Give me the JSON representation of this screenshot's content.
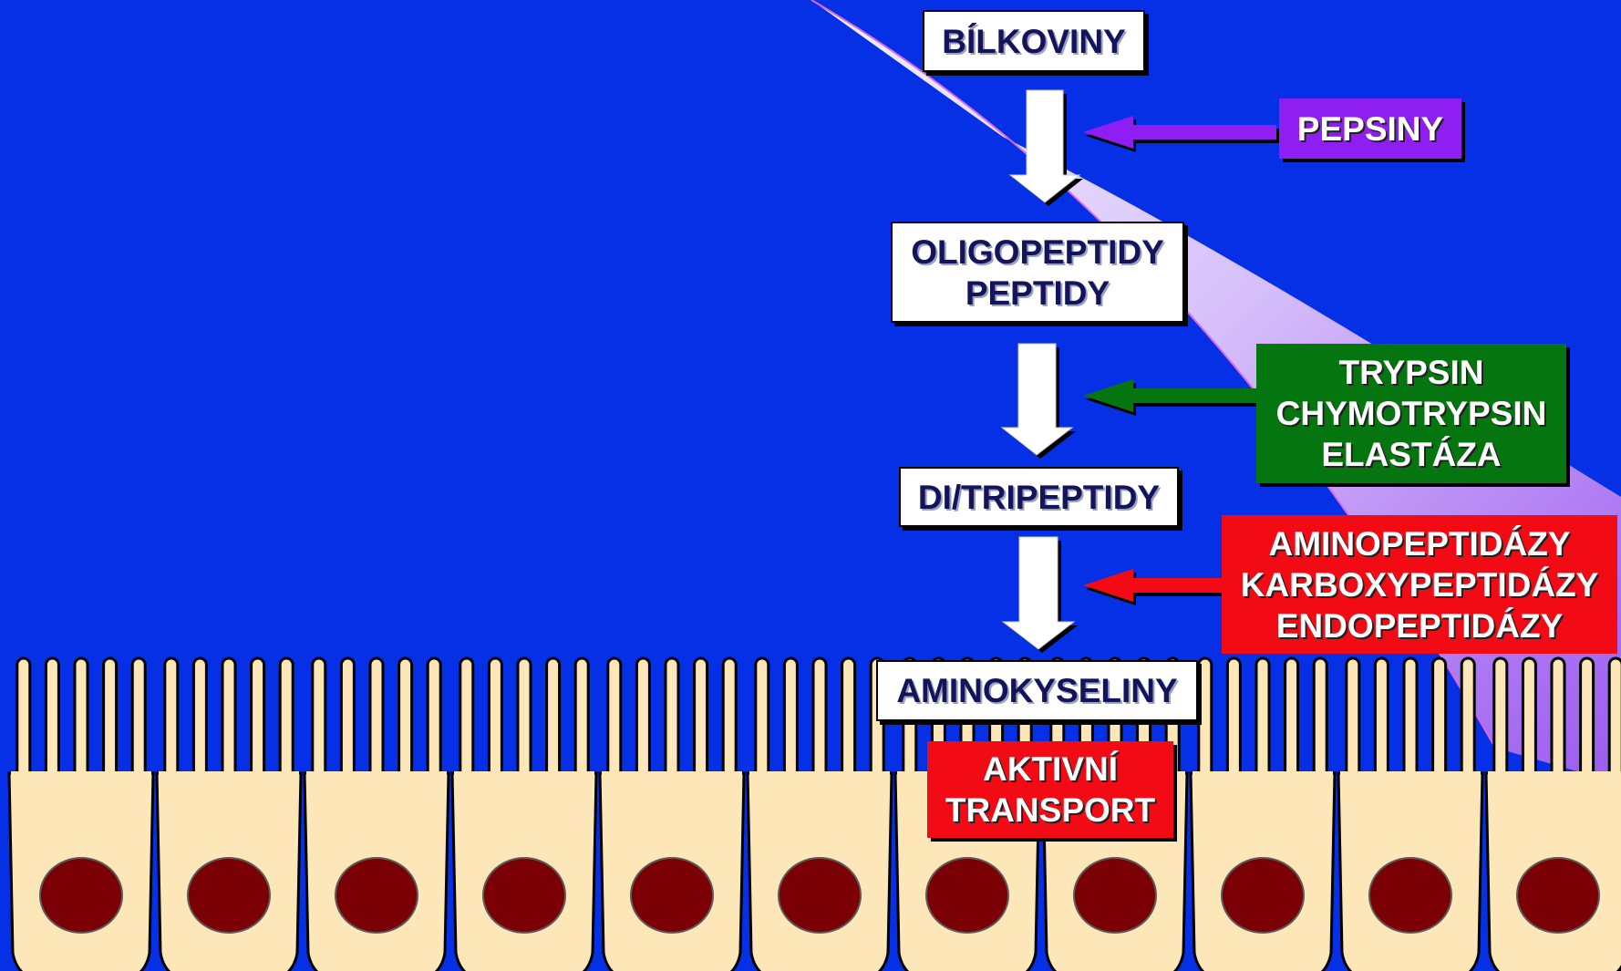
{
  "diagram": {
    "substrates": {
      "proteins": "BÍLKOVINY",
      "oligopeptides": [
        "OLIGOPEPTIDY",
        "PEPTIDY"
      ],
      "dipeptides": "DI/TRIPEPTIDY",
      "amino_acids": "AMINOKYSELINY"
    },
    "enzymes": {
      "pepsin": "PEPSINY",
      "pancreatic": [
        "TRYPSIN",
        "CHYMOTRYPSIN",
        "ELASTÁZA"
      ],
      "brush_border": [
        "AMINOPEPTIDÁZY",
        "KARBOXYPEPTIDÁZY",
        "ENDOPEPTIDÁZY"
      ]
    },
    "transport": [
      "AKTIVNÍ",
      "TRANSPORT"
    ]
  },
  "colors": {
    "background": "#0630e6",
    "pepsin": "#8f1ef2",
    "pancreatic": "#05760f",
    "brush_border": "#f20a14",
    "transport": "#f20a14",
    "cell_body": "#fde6b8",
    "nucleus": "#7a0006",
    "boxes": "#ffffff",
    "box_text": "#14145a"
  }
}
